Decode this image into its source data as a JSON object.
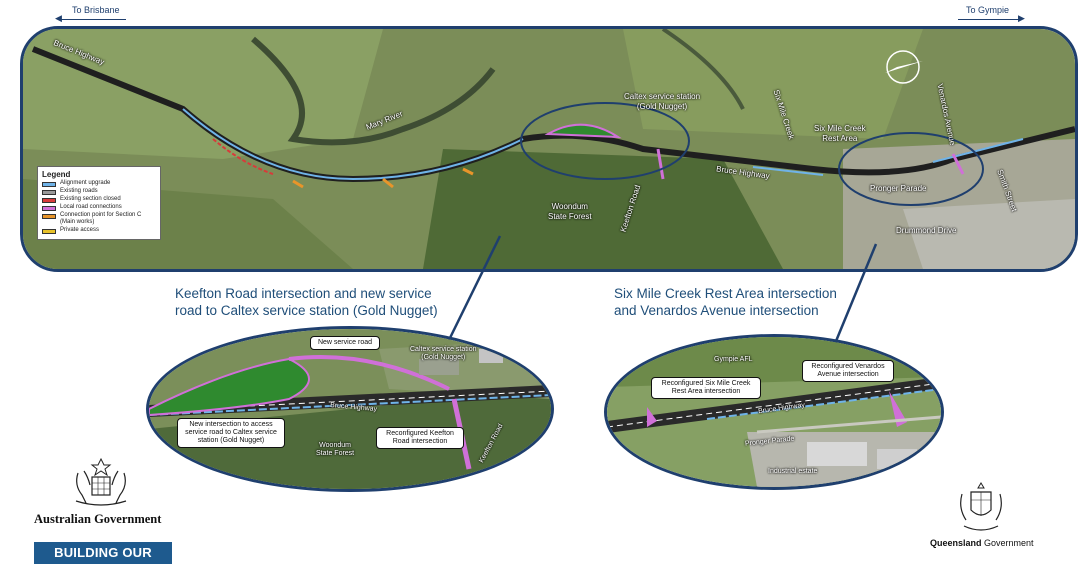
{
  "directions": {
    "left": "To Brisbane",
    "right": "To Gympie"
  },
  "legend": {
    "title": "Legend",
    "items": [
      {
        "label": "Alignment upgrade",
        "color": "#6fb3e8"
      },
      {
        "label": "Existing roads",
        "color": "#9a9a9a"
      },
      {
        "label": "Existing section closed",
        "color": "#d83a3a"
      },
      {
        "label": "Local road connections",
        "color": "#d070d8"
      },
      {
        "label": "Connection point for Section C (Main works)",
        "color": "#e8952a"
      },
      {
        "label": "Private access",
        "color": "#e8c22a"
      }
    ]
  },
  "main_map": {
    "labels": {
      "bruce_highway_west": "Bruce Highway",
      "mary_river": "Mary River",
      "caltex": "Caltex service station\n(Gold Nugget)",
      "woondum": "Woondum\nState Forest",
      "keefton": "Keefton Road",
      "bruce_highway_mid": "Bruce Highway",
      "six_mile_creek": "Six Mile Creek",
      "rest_area": "Six Mile Creek\nRest Area",
      "venardos": "Venardos Avenue",
      "pronger": "Pronger Parade",
      "smith": "Smith Street",
      "drummond": "Drummond Drive"
    }
  },
  "sections": {
    "left_heading": "Keefton Road intersection and new service\nroad to Caltex service station (Gold Nugget)",
    "right_heading": "Six Mile Creek Rest Area intersection\nand Venardos Avenue intersection"
  },
  "left_inset": {
    "callouts": {
      "new_service_road": "New service road",
      "new_intersection": "New intersection to access\nservice road to Caltex service\nstation (Gold Nugget)",
      "reconfigured_keefton": "Reconfigured Keefton\nRoad intersection"
    },
    "labels": {
      "caltex": "Caltex service station\n(Gold Nugget)",
      "bruce": "Bruce Highway",
      "woondum": "Woondum\nState Forest",
      "keefton": "Keefton Road"
    }
  },
  "right_inset": {
    "callouts": {
      "reconfigured_six_mile": "Reconfigured Six Mile Creek\nRest Area intersection",
      "reconfigured_venardos": "Reconfigured Venardos\nAvenue intersection"
    },
    "labels": {
      "gympie_afl": "Gympie AFL",
      "bruce": "Bruce Highway",
      "pronger": "Pronger Parade",
      "industrial": "Industrial estate"
    }
  },
  "footer": {
    "aus_gov": "Australian Government",
    "building": "BUILDING OUR FUTURE",
    "qld_bold": "Queensland",
    "qld_rest": " Government"
  },
  "colors": {
    "frame": "#1f3f6e",
    "heading": "#1f4e79",
    "building_bg": "#1e5a8e"
  }
}
